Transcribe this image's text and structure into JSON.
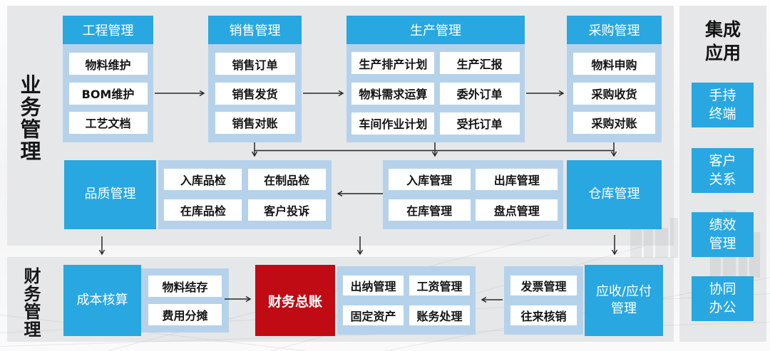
{
  "sections": {
    "business": {
      "label": "业务管理"
    },
    "finance": {
      "label": "财务管理"
    }
  },
  "columns": [
    {
      "title": "工程管理",
      "items": [
        "物料维护",
        "BOM维护",
        "工艺文档"
      ]
    },
    {
      "title": "销售管理",
      "items": [
        "销售订单",
        "销售发货",
        "销售对账"
      ]
    },
    {
      "title": "生产管理",
      "items": [
        "生产排产计划",
        "生产汇报",
        "物料需求运算",
        "委外订单",
        "车间作业计划",
        "受托订单"
      ]
    },
    {
      "title": "采购管理",
      "items": [
        "物料申购",
        "采购收货",
        "采购对账"
      ]
    }
  ],
  "middle": {
    "quality": {
      "title": "品质管理",
      "items": [
        "入库品检",
        "在制品检",
        "在库品检",
        "客户投诉"
      ]
    },
    "warehouse": {
      "title": "仓库管理",
      "items": [
        "入库管理",
        "出库管理",
        "在库管理",
        "盘点管理"
      ]
    }
  },
  "bottom": {
    "cost": {
      "title": "成本核算",
      "items": [
        "物料结存",
        "费用分摊"
      ]
    },
    "ledger": {
      "title": "财务总账"
    },
    "finance_ops": {
      "items": [
        "出纳管理",
        "工资管理",
        "固定资产",
        "账务处理"
      ]
    },
    "receivable": {
      "title": "应收/应付管理",
      "items": [
        "发票管理",
        "往来核销"
      ]
    }
  },
  "integration": {
    "title": "集成应用",
    "apps": [
      "手持终端",
      "客户关系",
      "绩效管理",
      "协同办公"
    ]
  },
  "colors": {
    "blue": "#29a7e0",
    "light_blue": "#b5d2ea",
    "red": "#c00a14",
    "panel_grey": "#e4e5e6"
  }
}
